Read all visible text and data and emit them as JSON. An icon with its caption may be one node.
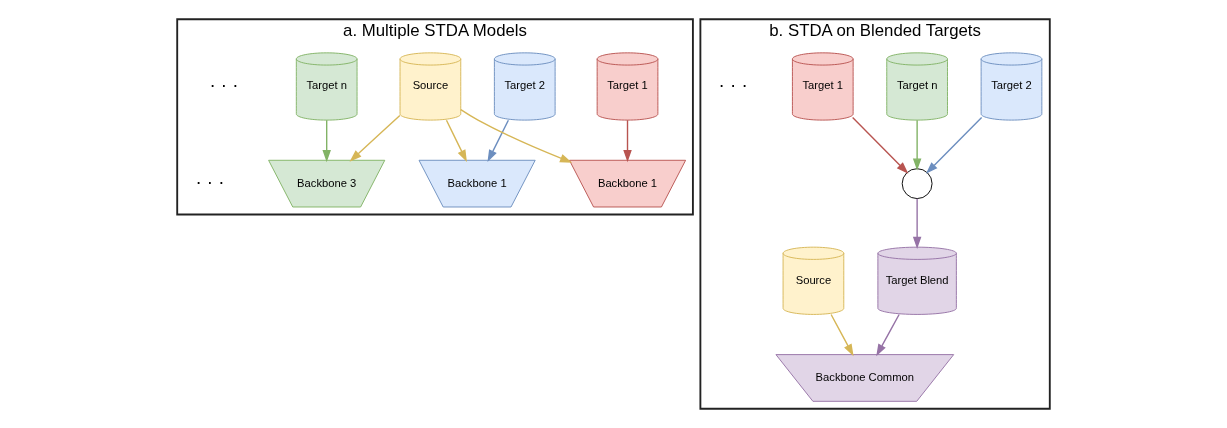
{
  "diagram": {
    "nodes": [
      {
        "text": [
          "a. Multiple STDA Models"
        ]
      },
      {
        "text": [
          "Target 1"
        ],
        "in": 0
      },
      {
        "text": [
          "Target 2"
        ],
        "in": 0
      },
      {
        "text": [
          "Target n"
        ],
        "in": 0
      },
      {
        "text": [
          "Source"
        ],
        "in": 0
      },
      {
        "text": [
          "Backbone 1"
        ],
        "in": 0
      },
      {
        "text": [
          "Backbone 1"
        ],
        "in": 0
      },
      {
        "text": [
          "Backbone 3"
        ],
        "in": 0
      },
      {
        "text": [
          "b. STDA on Blended Targets"
        ]
      },
      {
        "text": [
          "Target 1"
        ],
        "in": 8
      },
      {
        "text": [
          "Target 2"
        ],
        "in": 8
      },
      {
        "text": [
          "Target n"
        ],
        "in": 8
      },
      {
        "text": [],
        "shape": "circle",
        "in": 8
      },
      {
        "text": [
          "Source"
        ],
        "in": 8
      },
      {
        "text": [
          "Target Blend"
        ],
        "in": 8
      },
      {
        "text": [
          "Backbone Common"
        ],
        "in": 8
      }
    ],
    "edges": [
      {
        "from": 4,
        "to": 5,
        "arrow": "to",
        "color": "#d6b656"
      },
      {
        "from": 1,
        "to": 5,
        "arrow": "to",
        "color": "#b85450"
      },
      {
        "from": 4,
        "to": 6,
        "arrow": "to",
        "color": "#d6b656"
      },
      {
        "from": 2,
        "to": 6,
        "arrow": "to",
        "color": "#6c8ebf"
      },
      {
        "from": 4,
        "to": 7,
        "arrow": "to",
        "color": "#d6b656"
      },
      {
        "from": 3,
        "to": 7,
        "arrow": "to",
        "color": "#82b366"
      },
      {
        "from": 10,
        "to": 12,
        "arrow": "to",
        "color": "#6c8ebf"
      },
      {
        "from": 9,
        "to": 12,
        "arrow": "to",
        "color": "#b85450"
      },
      {
        "from": 11,
        "to": 12,
        "arrow": "to",
        "color": "#82b366"
      },
      {
        "from": 12,
        "to": 14,
        "arrow": "to",
        "color": "#9673a6"
      },
      {
        "from": 13,
        "to": 15,
        "arrow": "to",
        "color": "#d6b656"
      },
      {
        "from": 14,
        "to": 15,
        "arrow": "to",
        "color": "#9673a6"
      }
    ],
    "labels": [
      "· · ·",
      "· · ·",
      "· · ·"
    ]
  }
}
